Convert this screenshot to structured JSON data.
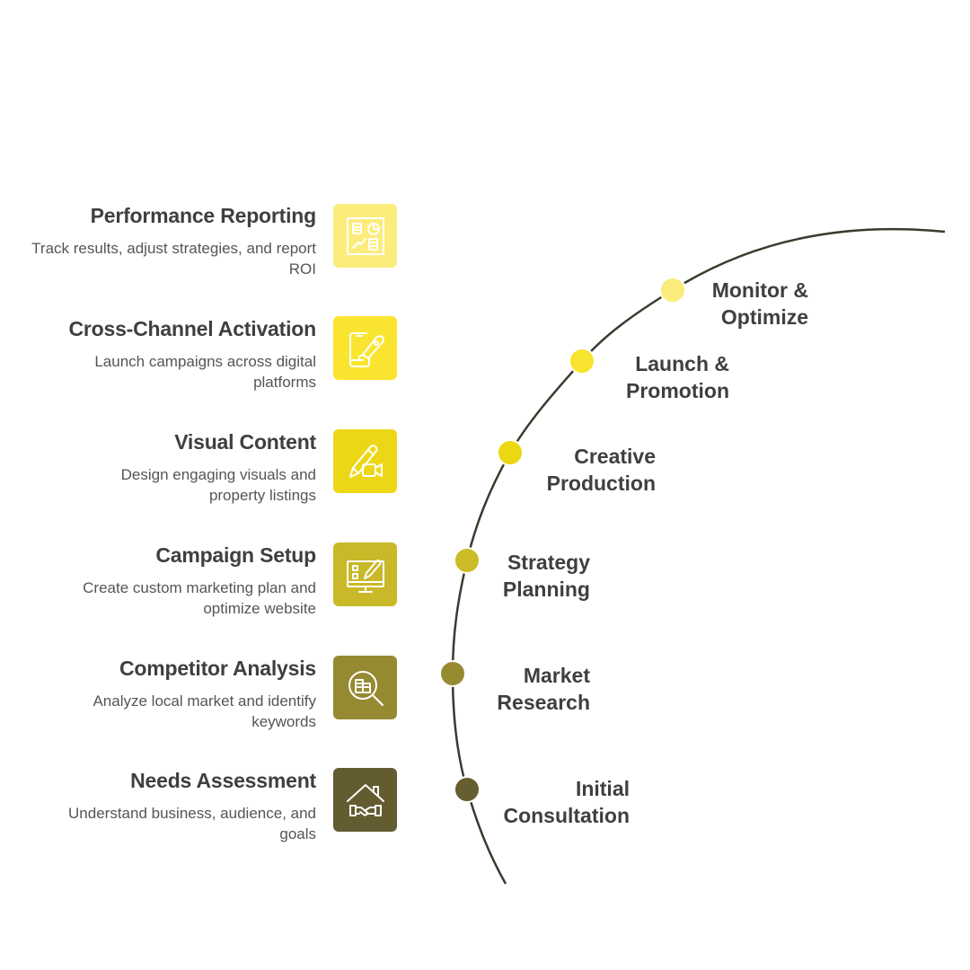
{
  "steps": [
    {
      "title": "Performance Reporting",
      "description": "Track results, adjust strategies, and report ROI",
      "icon": "report-dashboard-icon",
      "color": "#fbec7c"
    },
    {
      "title": "Cross-Channel Activation",
      "description": "Launch campaigns across digital platforms",
      "icon": "phone-rocket-icon",
      "color": "#f9e52f"
    },
    {
      "title": "Visual Content",
      "description": "Design engaging visuals and property listings",
      "icon": "pencil-video-icon",
      "color": "#ecd716"
    },
    {
      "title": "Campaign Setup",
      "description": "Create custom marketing plan and optimize website",
      "icon": "monitor-edit-icon",
      "color": "#c9b828"
    },
    {
      "title": "Competitor Analysis",
      "description": "Analyze local market and identify keywords",
      "icon": "magnify-buildings-icon",
      "color": "#958a31"
    },
    {
      "title": "Needs Assessment",
      "description": "Understand business, audience, and goals",
      "icon": "house-handshake-icon",
      "color": "#635c31"
    }
  ],
  "phases": [
    {
      "line1": "Monitor &",
      "line2": "Optimize",
      "color": "#fbeb7a"
    },
    {
      "line1": "Launch &",
      "line2": "Promotion",
      "color": "#f8e42e"
    },
    {
      "line1": "Creative",
      "line2": "Production",
      "color": "#ecd713"
    },
    {
      "line1": "Strategy",
      "line2": "Planning",
      "color": "#cabb27"
    },
    {
      "line1": "Market",
      "line2": "Research",
      "color": "#978b31"
    },
    {
      "line1": "Initial",
      "line2": "Consultation",
      "color": "#665e31"
    }
  ],
  "curve_color": "#3b3a2e"
}
